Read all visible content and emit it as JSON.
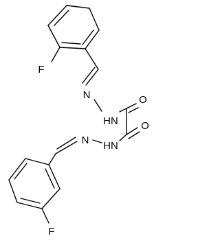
{
  "molecule": {
    "atoms": {
      "f_top": "F",
      "n_top_imine": "N",
      "nh_top": "HN",
      "o_top": "O",
      "o_bottom": "O",
      "nh_bottom": "HN",
      "n_bottom_imine": "N",
      "f_bottom": "F"
    }
  }
}
